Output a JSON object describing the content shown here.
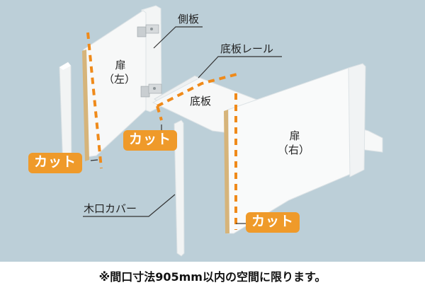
{
  "labels": {
    "side_panel": "側板",
    "bottom_rail": "底板レール",
    "bottom_board": "底板",
    "door_left_line1": "扉",
    "door_left_line2": "（左）",
    "door_right_line1": "扉",
    "door_right_line2": "（右）",
    "edge_cover": "木口カバー"
  },
  "callouts": {
    "cut_left": "カット",
    "cut_center": "カット",
    "cut_right": "カット"
  },
  "note": "※間口寸法905mm以内の空間に限ります。",
  "colors": {
    "background": "#bccfd8",
    "cut_badge": "#ef9a2a",
    "cut_line": "#ef8a1a",
    "panel": "#f7f8f8",
    "edge_wood": "#d6b47a"
  }
}
